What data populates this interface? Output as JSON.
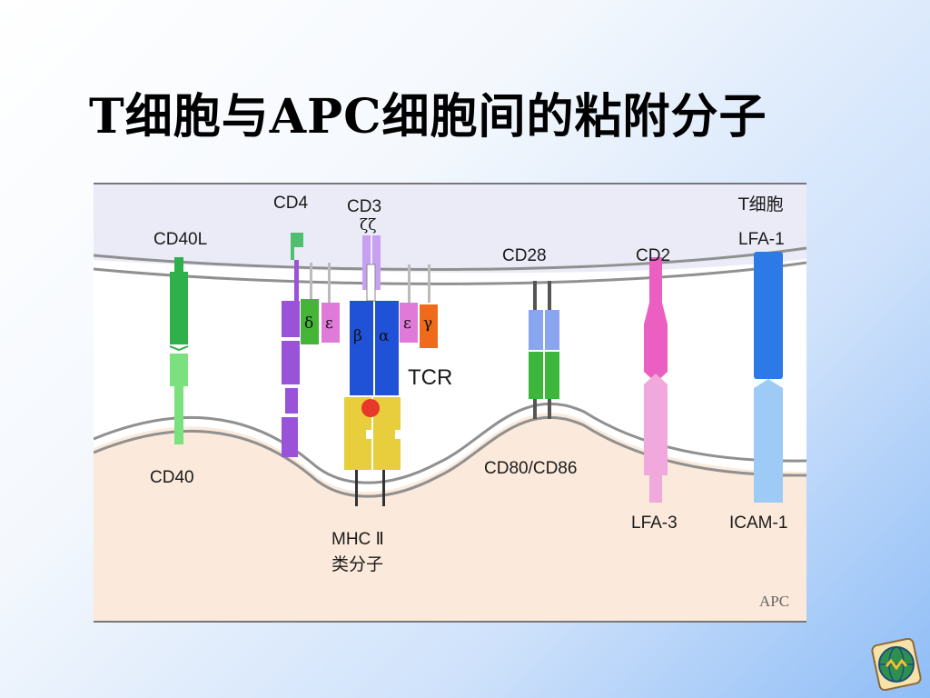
{
  "slide": {
    "title": "T细胞与APC细胞间的粘附分子"
  },
  "diagram": {
    "cell_labels": {
      "t_cell": "T细胞",
      "apc": "APC"
    },
    "t_cell_molecules": {
      "cd40l": "CD40L",
      "cd4": "CD4",
      "cd3": "CD3",
      "zeta": "ζζ",
      "tcr": "TCR",
      "cd28": "CD28",
      "cd2": "CD2",
      "lfa1": "LFA-1"
    },
    "chains": {
      "delta": "δ",
      "epsilon_left": "ε",
      "beta": "β",
      "alpha": "α",
      "epsilon_right": "ε",
      "gamma": "γ"
    },
    "apc_molecules": {
      "cd40": "CD40",
      "mhc_line1": "MHC Ⅱ",
      "mhc_line2": "类分子",
      "cd80_cd86": "CD80/CD86",
      "lfa3": "LFA-3",
      "icam1": "ICAM-1"
    },
    "colors": {
      "t_cell_bg": "#ebebf8",
      "apc_bg": "#fbeadb",
      "cd40": "#33c24d",
      "cd4": "#9a52d8",
      "delta": "#44b536",
      "epsilon": "#e07ad8",
      "tcr": "#1f52d6",
      "mhc": "#e8cd3c",
      "gamma": "#f06a1b",
      "cd28": "#8aa5ef",
      "cd80": "#3bb83b",
      "cd2": "#ea5fc1",
      "lfa1": "#2d7ae6"
    }
  },
  "logo": {
    "icon": "globe-logo"
  }
}
